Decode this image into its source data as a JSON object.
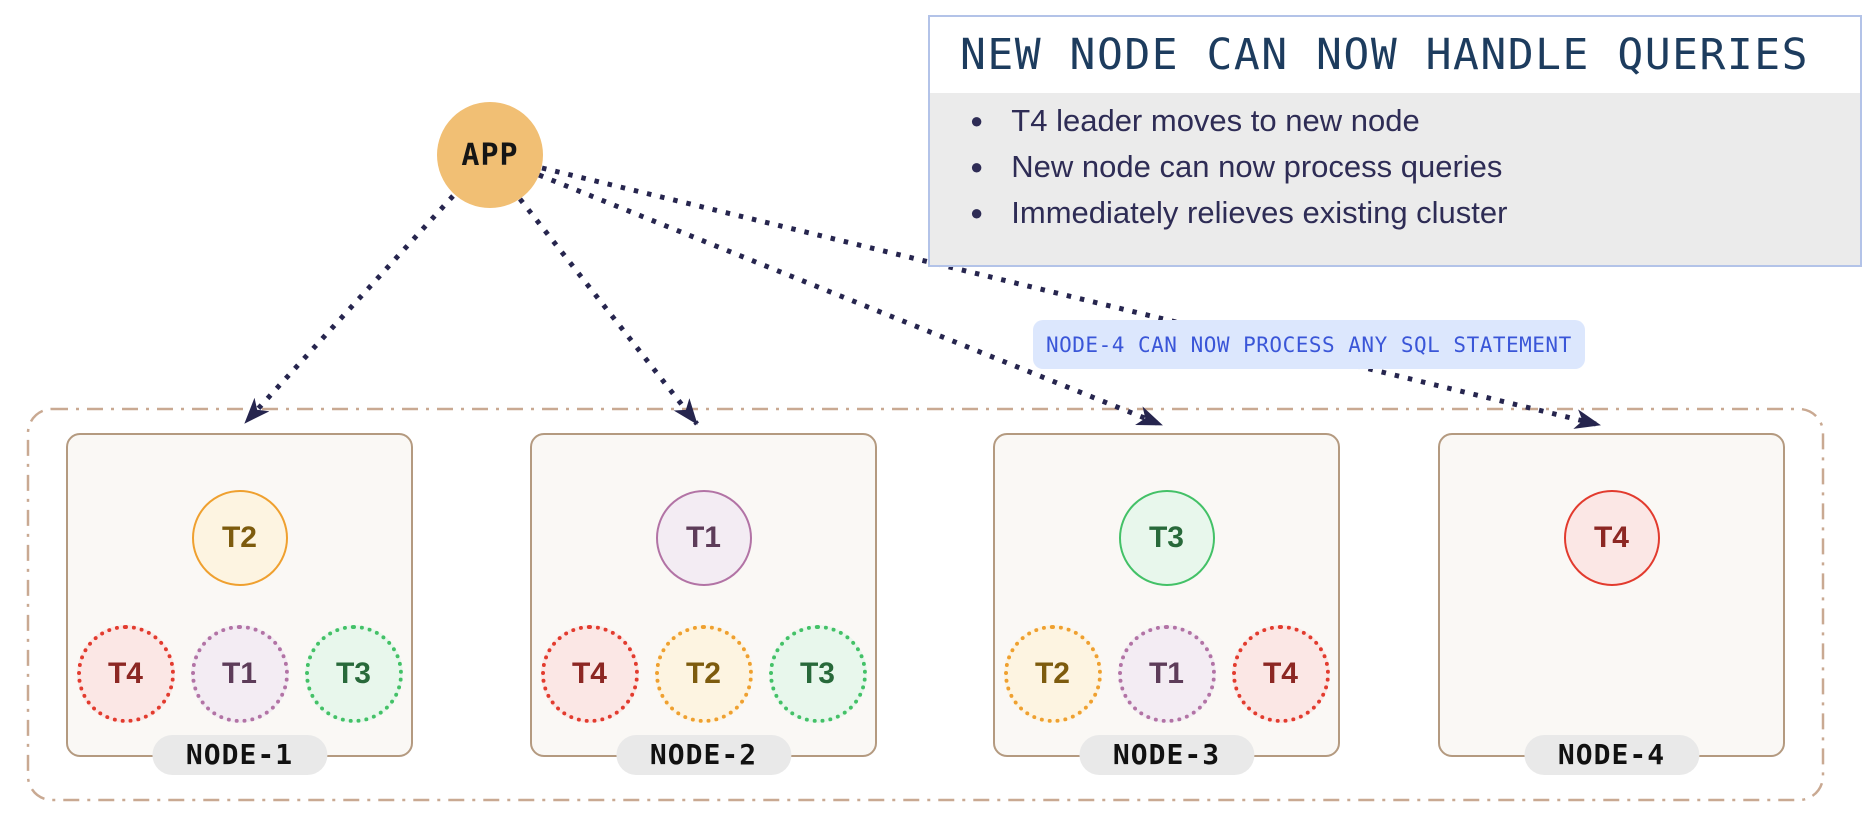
{
  "app": {
    "label": "APP"
  },
  "callout": {
    "title": "NEW NODE CAN NOW HANDLE QUERIES",
    "bullets": [
      "T4 leader moves to new node",
      "New node can now process queries",
      "Immediately relieves existing cluster"
    ]
  },
  "note": {
    "label": "NODE-4 CAN NOW PROCESS ANY SQL STATEMENT"
  },
  "nodes": [
    {
      "name": "NODE-1",
      "leader": {
        "label": "T2",
        "color": "orange"
      },
      "followers": [
        {
          "label": "T4",
          "color": "red"
        },
        {
          "label": "T1",
          "color": "mauve"
        },
        {
          "label": "T3",
          "color": "green"
        }
      ]
    },
    {
      "name": "NODE-2",
      "leader": {
        "label": "T1",
        "color": "mauve"
      },
      "followers": [
        {
          "label": "T4",
          "color": "red"
        },
        {
          "label": "T2",
          "color": "orange"
        },
        {
          "label": "T3",
          "color": "green"
        }
      ]
    },
    {
      "name": "NODE-3",
      "leader": {
        "label": "T3",
        "color": "green"
      },
      "followers": [
        {
          "label": "T2",
          "color": "orange"
        },
        {
          "label": "T1",
          "color": "mauve"
        },
        {
          "label": "T4",
          "color": "red"
        }
      ]
    },
    {
      "name": "NODE-4",
      "leader": {
        "label": "T4",
        "color": "red"
      },
      "followers": []
    }
  ],
  "palette": {
    "arrow": "#26254e",
    "callout_border": "#b3c3e8",
    "callout_body_bg": "#ebebeb",
    "callout_title_text": "#1d3c5e",
    "note_bg": "#dce7fd",
    "note_text": "#3a56d8",
    "app_fill": "#f1bf74",
    "node_border": "#b49a80",
    "node_bg": "#faf8f5",
    "cluster_dash": "#c9a992",
    "badge_bg": "#e9e9e9",
    "tablet_red": "#e23b2e",
    "tablet_orange": "#efa02f",
    "tablet_green": "#43c167",
    "tablet_mauve": "#b273a5"
  }
}
